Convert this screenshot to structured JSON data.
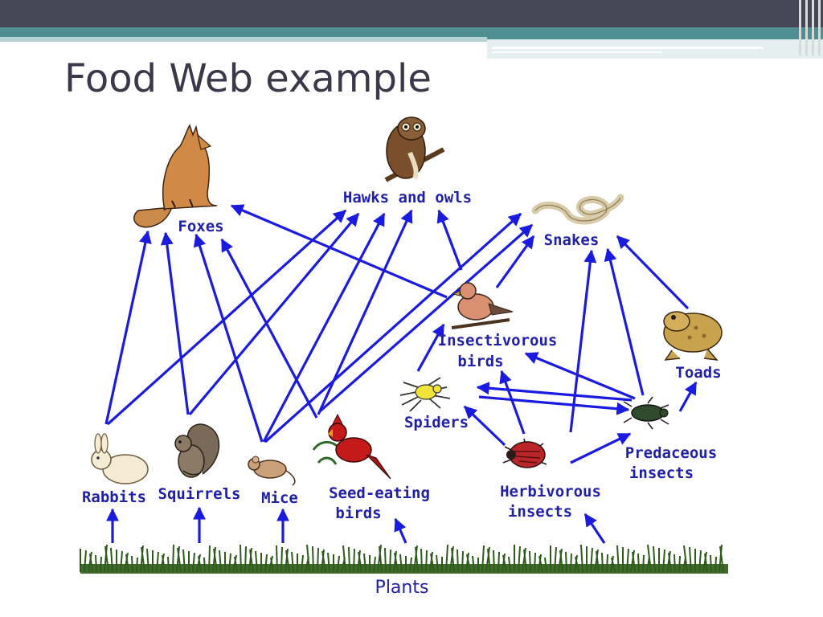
{
  "slide": {
    "title": "Food Web example"
  },
  "diagram": {
    "nodes": [
      {
        "id": "foxes",
        "label": "Foxes",
        "icon": "fox-icon"
      },
      {
        "id": "hawks",
        "label": "Hawks and owls",
        "icon": "owl-icon"
      },
      {
        "id": "snakes",
        "label": "Snakes",
        "icon": "snake-icon"
      },
      {
        "id": "insectivorous_birds",
        "label_lines": [
          "Insectivorous",
          "birds"
        ],
        "icon": "songbird-icon"
      },
      {
        "id": "toads",
        "label": "Toads",
        "icon": "toad-icon"
      },
      {
        "id": "spiders",
        "label": "Spiders",
        "icon": "spider-icon"
      },
      {
        "id": "predaceous_insects",
        "label_lines": [
          "Predaceous",
          "insects"
        ],
        "icon": "beetle-icon"
      },
      {
        "id": "rabbits",
        "label": "Rabbits",
        "icon": "rabbit-icon"
      },
      {
        "id": "squirrels",
        "label": "Squirrels",
        "icon": "squirrel-icon"
      },
      {
        "id": "mice",
        "label": "Mice",
        "icon": "mouse-icon"
      },
      {
        "id": "seed_eating_birds",
        "label_lines": [
          "Seed-eating",
          "birds"
        ],
        "icon": "cardinal-icon"
      },
      {
        "id": "herbivorous_insects",
        "label_lines": [
          "Herbivorous",
          "insects"
        ],
        "icon": "ladybug-icon"
      },
      {
        "id": "plants",
        "label": "Plants",
        "icon": "grass-icon"
      }
    ],
    "edges": [
      [
        "plants",
        "rabbits"
      ],
      [
        "plants",
        "squirrels"
      ],
      [
        "plants",
        "mice"
      ],
      [
        "plants",
        "seed_eating_birds"
      ],
      [
        "plants",
        "herbivorous_insects"
      ],
      [
        "rabbits",
        "foxes"
      ],
      [
        "rabbits",
        "hawks"
      ],
      [
        "squirrels",
        "foxes"
      ],
      [
        "squirrels",
        "hawks"
      ],
      [
        "mice",
        "foxes"
      ],
      [
        "mice",
        "hawks"
      ],
      [
        "mice",
        "snakes"
      ],
      [
        "seed_eating_birds",
        "foxes"
      ],
      [
        "seed_eating_birds",
        "hawks"
      ],
      [
        "seed_eating_birds",
        "snakes"
      ],
      [
        "insectivorous_birds",
        "foxes"
      ],
      [
        "insectivorous_birds",
        "hawks"
      ],
      [
        "insectivorous_birds",
        "snakes"
      ],
      [
        "spiders",
        "insectivorous_birds"
      ],
      [
        "herbivorous_insects",
        "insectivorous_birds"
      ],
      [
        "herbivorous_insects",
        "spiders"
      ],
      [
        "herbivorous_insects",
        "predaceous_insects"
      ],
      [
        "herbivorous_insects",
        "snakes"
      ],
      [
        "predaceous_insects",
        "snakes"
      ],
      [
        "predaceous_insects",
        "toads"
      ],
      [
        "predaceous_insects",
        "spiders"
      ],
      [
        "predaceous_insects",
        "insectivorous_birds"
      ],
      [
        "spiders",
        "predaceous_insects"
      ],
      [
        "toads",
        "snakes"
      ]
    ]
  }
}
